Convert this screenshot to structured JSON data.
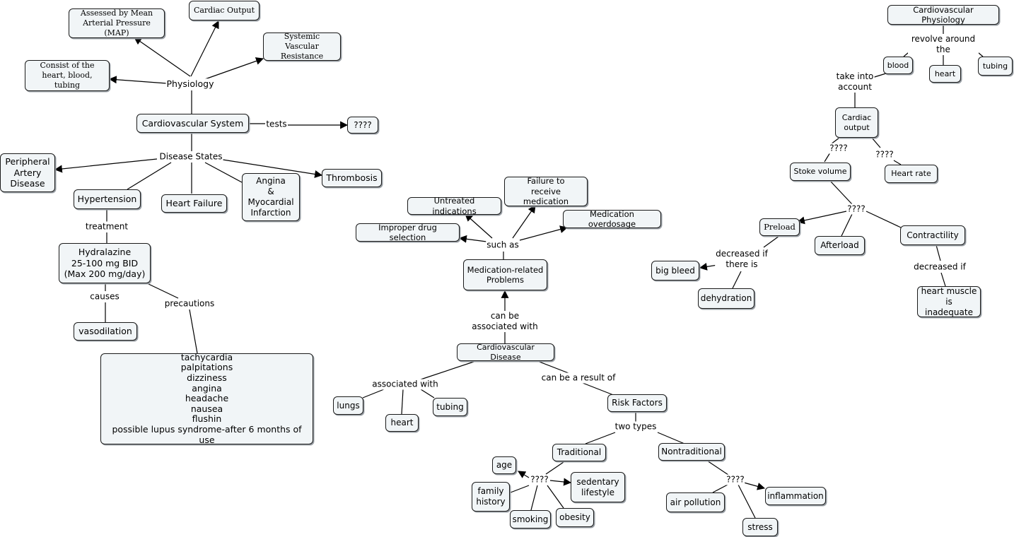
{
  "nodes": [
    {
      "id": "assessed",
      "text": "Assessed by Mean\nArterial Pressure (MAP)",
      "serif": true
    },
    {
      "id": "cardiac_output_top",
      "text": "Cardiac Output",
      "serif": true
    },
    {
      "id": "svr",
      "text": "Systemic Vascular\nResistance",
      "serif": true
    },
    {
      "id": "consist",
      "text": "Consist of the\nheart, blood, tubing",
      "serif": true
    },
    {
      "id": "cv_system",
      "text": "Cardiovascular System"
    },
    {
      "id": "tests_q",
      "text": "????"
    },
    {
      "id": "pad",
      "text": "Peripheral\nArtery\nDisease"
    },
    {
      "id": "hypertension",
      "text": "Hypertension"
    },
    {
      "id": "heart_failure",
      "text": "Heart Failure"
    },
    {
      "id": "angina_mi",
      "text": "Angina\n&\nMyocardial\nInfarction"
    },
    {
      "id": "thrombosis",
      "text": "Thrombosis"
    },
    {
      "id": "hydralazine",
      "text": "Hydralazine\n25-100 mg BID\n(Max 200 mg/day)"
    },
    {
      "id": "vasodilation",
      "text": "vasodilation"
    },
    {
      "id": "precautions_list",
      "text": "tachycardia\npalpitations\ndizziness\nangina\nheadache\nnausea\nflushin\npossible lupus syndrome-after 6 months of use"
    },
    {
      "id": "untreated",
      "text": "Untreated indications"
    },
    {
      "id": "failure_receive",
      "text": "Failure to\nreceive medication"
    },
    {
      "id": "overdosage",
      "text": "Medication overdosage"
    },
    {
      "id": "improper",
      "text": "Improper drug selection"
    },
    {
      "id": "mrp",
      "text": "Medication-related\nProblems"
    },
    {
      "id": "cvd",
      "text": "Cardiovascular Disease"
    },
    {
      "id": "lungs",
      "text": "lungs"
    },
    {
      "id": "heart_mid",
      "text": "heart"
    },
    {
      "id": "tubing_mid",
      "text": "tubing"
    },
    {
      "id": "risk",
      "text": "Risk Factors"
    },
    {
      "id": "traditional",
      "text": "Traditional"
    },
    {
      "id": "nontraditional",
      "text": "Nontraditional"
    },
    {
      "id": "age",
      "text": "age"
    },
    {
      "id": "sedentary",
      "text": "sedentary\nlifestyle"
    },
    {
      "id": "family",
      "text": "family\nhistory"
    },
    {
      "id": "smoking",
      "text": "smoking"
    },
    {
      "id": "obesity",
      "text": "obesity"
    },
    {
      "id": "air",
      "text": "air pollution"
    },
    {
      "id": "inflammation",
      "text": "inflammation"
    },
    {
      "id": "stress",
      "text": "stress"
    },
    {
      "id": "cv_phys",
      "text": "Cardiovascular Physiology"
    },
    {
      "id": "blood_r",
      "text": "blood"
    },
    {
      "id": "heart_r",
      "text": "heart"
    },
    {
      "id": "tubing_r",
      "text": "tubing"
    },
    {
      "id": "cardiac_output_r",
      "text": "Cardiac\noutput"
    },
    {
      "id": "stroke",
      "text": "Stoke volume"
    },
    {
      "id": "heart_rate",
      "text": "Heart rate"
    },
    {
      "id": "preload",
      "text": "Preload",
      "serif": true
    },
    {
      "id": "afterload",
      "text": "Afterload"
    },
    {
      "id": "contractility",
      "text": "Contractility"
    },
    {
      "id": "big_bleed",
      "text": "big bleed"
    },
    {
      "id": "dehydration",
      "text": "dehydration"
    },
    {
      "id": "heart_muscle",
      "text": "heart muscle\nis inadequate"
    }
  ],
  "labels": [
    {
      "id": "physiology",
      "text": "Physiology"
    },
    {
      "id": "tests",
      "text": "tests"
    },
    {
      "id": "disease_states",
      "text": "Disease States"
    },
    {
      "id": "treatment",
      "text": "treatment"
    },
    {
      "id": "causes",
      "text": "causes"
    },
    {
      "id": "precautions",
      "text": "precautions"
    },
    {
      "id": "such_as",
      "text": "such as"
    },
    {
      "id": "can_be_assoc",
      "text": "can be\nassociated with"
    },
    {
      "id": "associated_with",
      "text": "associated with"
    },
    {
      "id": "result_of",
      "text": "can be a result of"
    },
    {
      "id": "two_types",
      "text": "two types"
    },
    {
      "id": "q_trad",
      "text": "????"
    },
    {
      "id": "q_nontrad",
      "text": "????"
    },
    {
      "id": "revolve",
      "text": "revolve around the"
    },
    {
      "id": "take_into",
      "text": "take into\naccount"
    },
    {
      "id": "q_sv",
      "text": "????"
    },
    {
      "id": "q_hr",
      "text": "????"
    },
    {
      "id": "q_sv2",
      "text": "????"
    },
    {
      "id": "decreased_there",
      "text": "decreased if\nthere is"
    },
    {
      "id": "decreased_if",
      "text": "decreased if"
    }
  ]
}
